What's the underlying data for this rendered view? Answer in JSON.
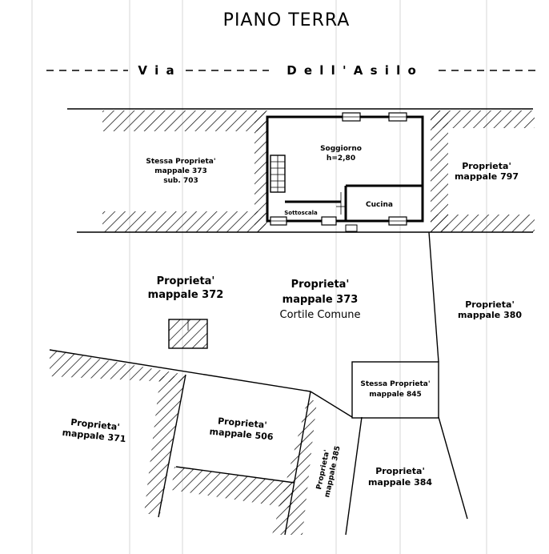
{
  "title": "PIANO TERRA",
  "street": "Via — — — — — Dell'Asilo",
  "street_parts": [
    "V i a",
    "D e l l ' A s i l o"
  ],
  "labels": {
    "stessa_373": [
      "Stessa Proprieta'",
      "mappale 373",
      "sub. 703"
    ],
    "soggiorno": [
      "Soggiorno",
      "h=2,80"
    ],
    "sottoscala": "Sottoscala",
    "cucina": "Cucina",
    "p797": [
      "Proprieta'",
      "mappale 797"
    ],
    "p372": [
      "Proprieta'",
      "mappale 372"
    ],
    "p373": [
      "Proprieta'",
      "mappale 373",
      "Cortile Comune"
    ],
    "p380": [
      "Proprieta'",
      "mappale 380"
    ],
    "stessa_845": [
      "Stessa Proprieta'",
      "mappale 845"
    ],
    "p371": [
      "Proprieta'",
      "mappale 371"
    ],
    "p506": [
      "Proprieta'",
      "mappale 506"
    ],
    "p385": [
      "Proprieta'",
      "mappale 385"
    ],
    "p384": [
      "Proprieta'",
      "mappale 384"
    ]
  }
}
